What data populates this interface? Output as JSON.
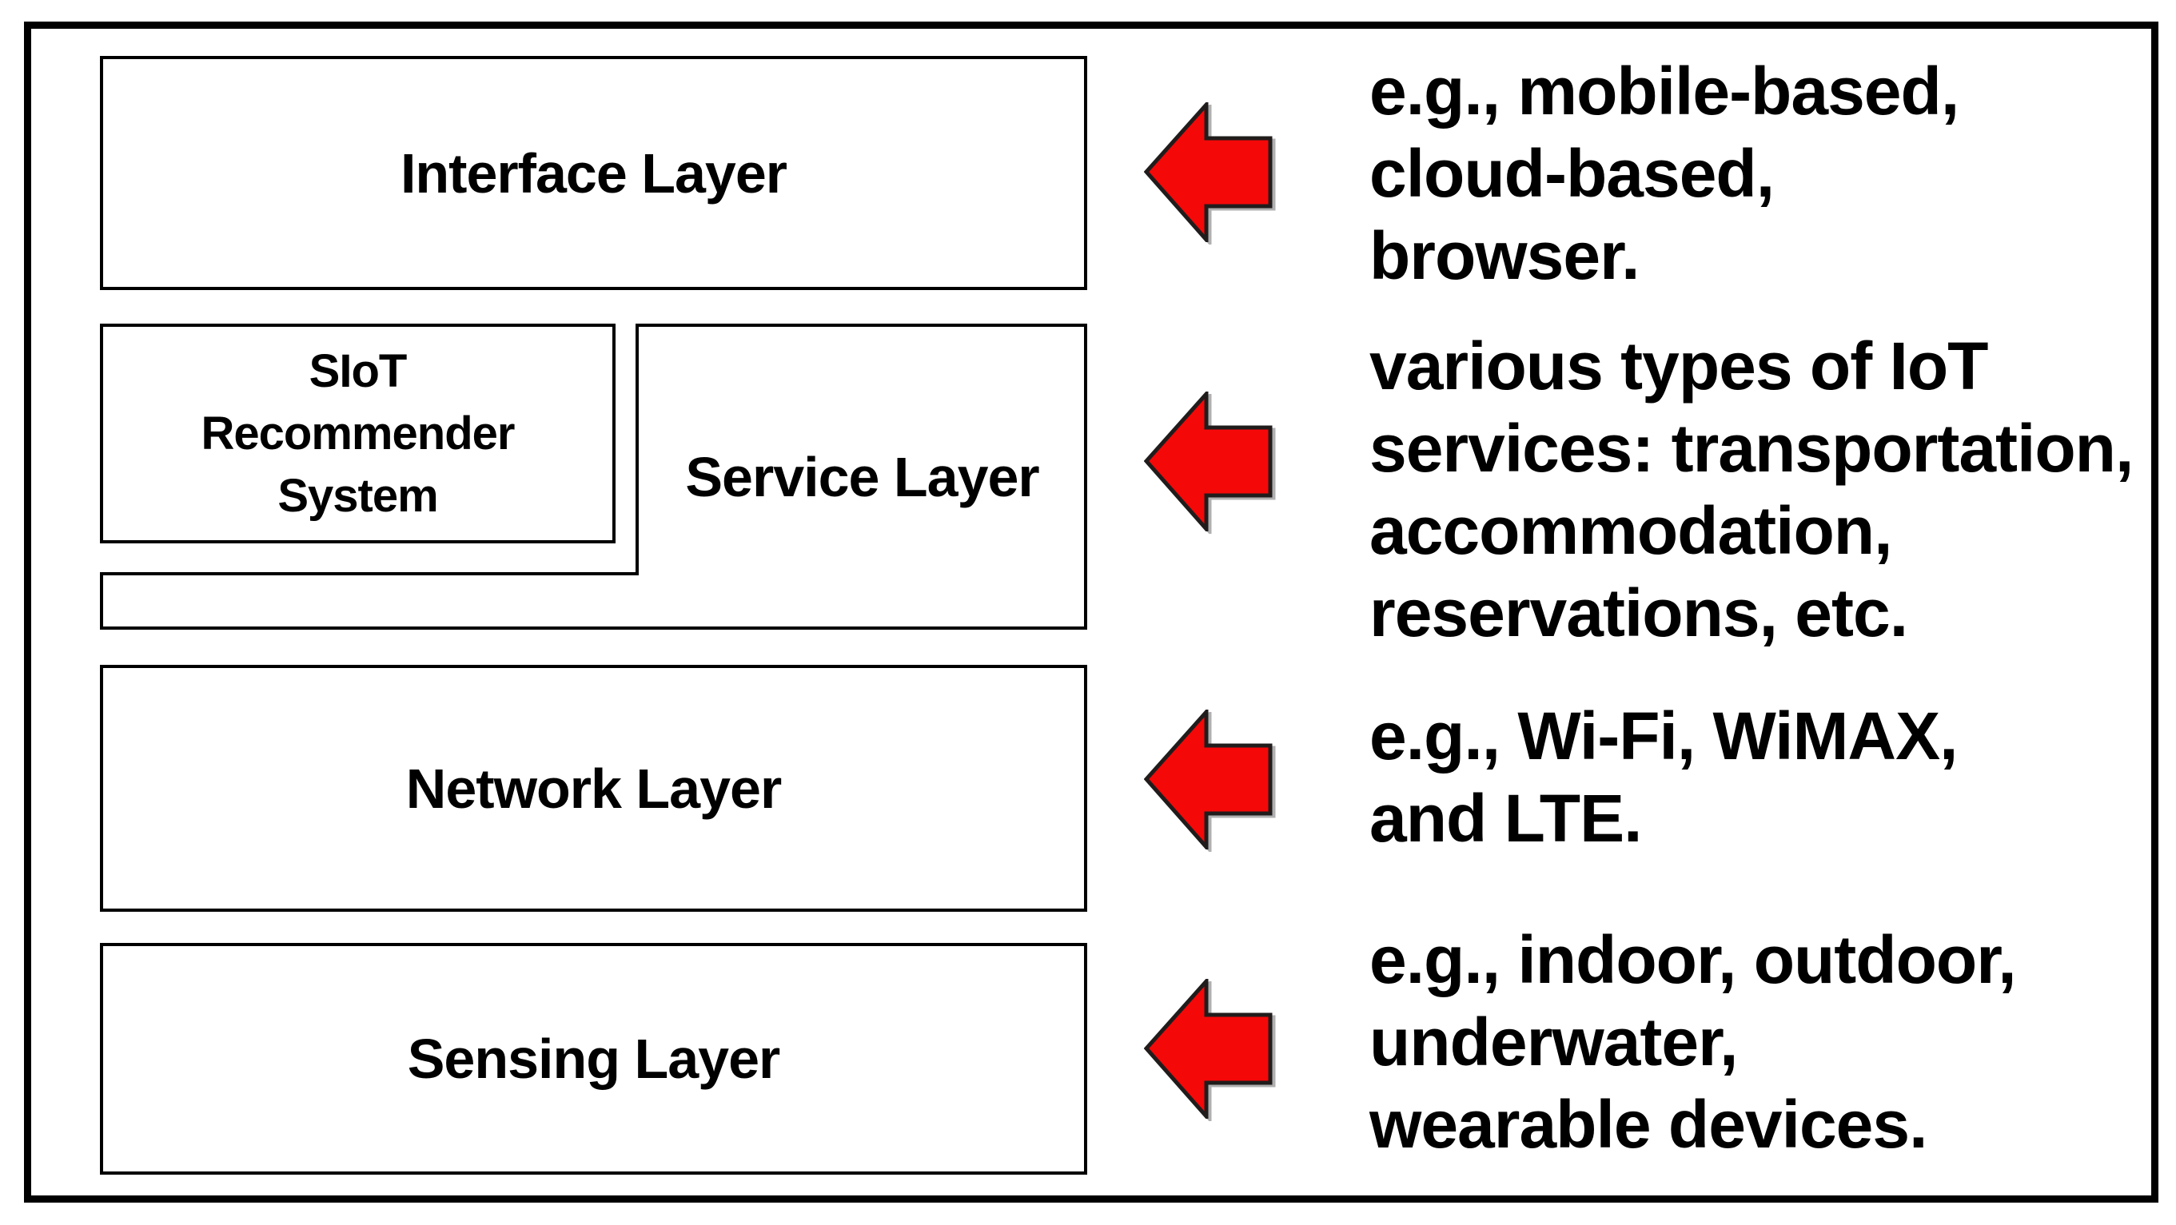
{
  "figure": {
    "colors": {
      "background": "#ffffff",
      "line": "#000000",
      "text": "#000000",
      "arrow_fill": "#f50808",
      "arrow_stroke": "#211c1c"
    },
    "layers": {
      "interface": {
        "label": "Interface Layer"
      },
      "service": {
        "label": "Service Layer"
      },
      "siot": {
        "lines": [
          "SIoT",
          "Recommender",
          "System"
        ]
      },
      "network": {
        "label": "Network Layer"
      },
      "sensing": {
        "label": "Sensing Layer"
      }
    },
    "annotations": {
      "interface": {
        "lines": [
          "e.g., mobile-based,",
          "cloud-based,",
          "browser."
        ]
      },
      "service": {
        "lines": [
          "various types of IoT",
          "services: transportation,",
          "accommodation,",
          "reservations, etc."
        ]
      },
      "network": {
        "lines": [
          "e.g., Wi-Fi, WiMAX,",
          "and LTE."
        ]
      },
      "sensing": {
        "lines": [
          "e.g., indoor, outdoor,",
          "underwater,",
          "wearable devices."
        ]
      }
    },
    "icons": {
      "arrow": "left-block-arrow"
    }
  }
}
